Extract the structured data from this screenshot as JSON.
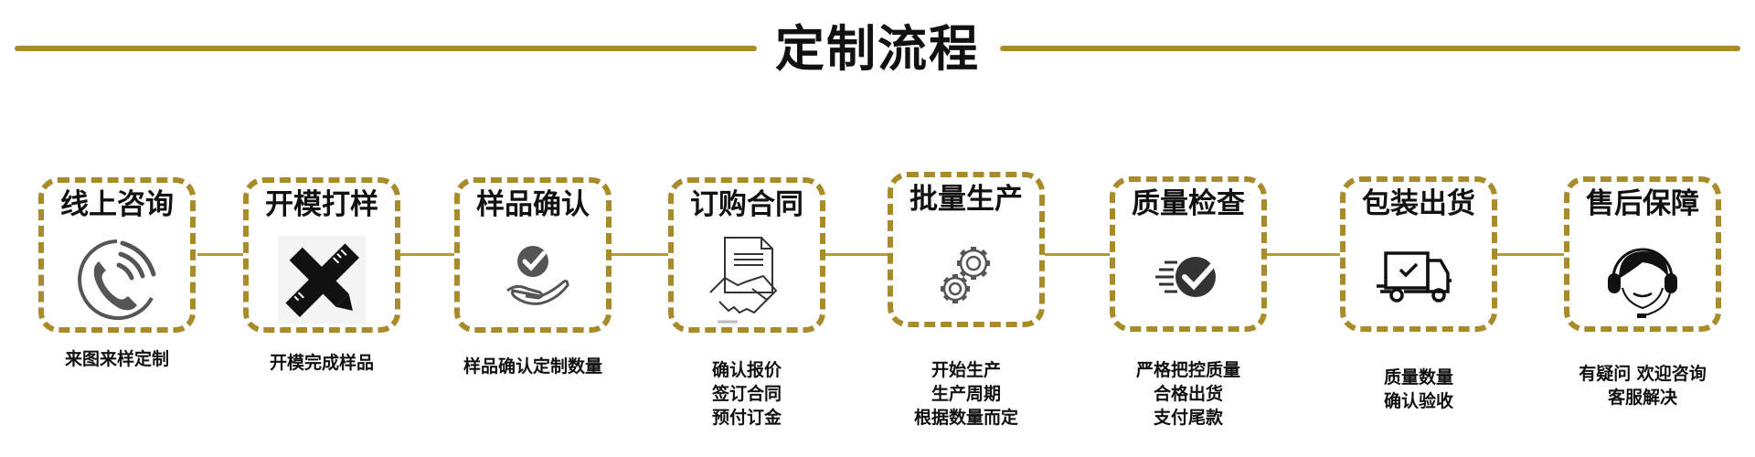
{
  "header": {
    "title": "定制流程"
  },
  "colors": {
    "accent": "#a88c2c",
    "connector": "#b39a3a",
    "text": "#111111",
    "icon": "#555555"
  },
  "steps": [
    {
      "title": "线上咨询",
      "icon": "phone-icon",
      "desc": [
        "来图来样定制"
      ]
    },
    {
      "title": "开模打样",
      "icon": "ruler-pencil-icon",
      "desc": [
        "开模完成样品"
      ]
    },
    {
      "title": "样品确认",
      "icon": "hand-check-icon",
      "desc": [
        "样品确认定制数量"
      ]
    },
    {
      "title": "订购合同",
      "icon": "handshake-contract-icon",
      "desc": [
        "确认报价",
        "签订合同",
        "预付订金"
      ]
    },
    {
      "title": "批量生产",
      "icon": "gears-icon",
      "desc": [
        "开始生产",
        "生产周期",
        "根据数量而定"
      ]
    },
    {
      "title": "质量检查",
      "icon": "fast-check-icon",
      "desc": [
        "严格把控质量",
        "合格出货",
        "支付尾款"
      ]
    },
    {
      "title": "包装出货",
      "icon": "delivery-truck-icon",
      "desc": [
        "质量数量",
        "确认验收"
      ]
    },
    {
      "title": "售后保障",
      "icon": "customer-service-icon",
      "desc": [
        "有疑问 欢迎咨询",
        "客服解决"
      ]
    }
  ]
}
